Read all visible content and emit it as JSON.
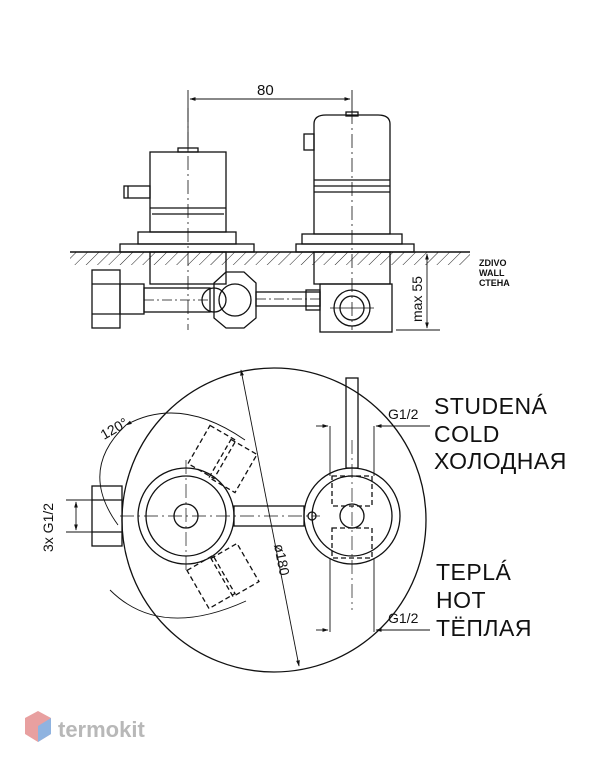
{
  "side_view": {
    "spacing_dim": "80",
    "depth_dim": "max 55",
    "wall_labels": [
      "ZDIVO",
      "WALL",
      "СТЕНА"
    ]
  },
  "top_view": {
    "angle_dim": "120°",
    "thread_dim_left": "3x G1/2",
    "diameter_dim": "ø180",
    "thread_dim_cold": "G1/2",
    "thread_dim_hot": "G1/2",
    "cold_labels": [
      "STUDENÁ",
      "COLD",
      "ХОЛОДНАЯ"
    ],
    "hot_labels": [
      "TEPLÁ",
      "HOT",
      "ТЁПЛАЯ"
    ]
  },
  "brand": {
    "name": "termokit",
    "colors": {
      "logo_red": "#e8a0a0",
      "logo_blue": "#8fb3e0",
      "text": "#b8b8b8"
    }
  }
}
